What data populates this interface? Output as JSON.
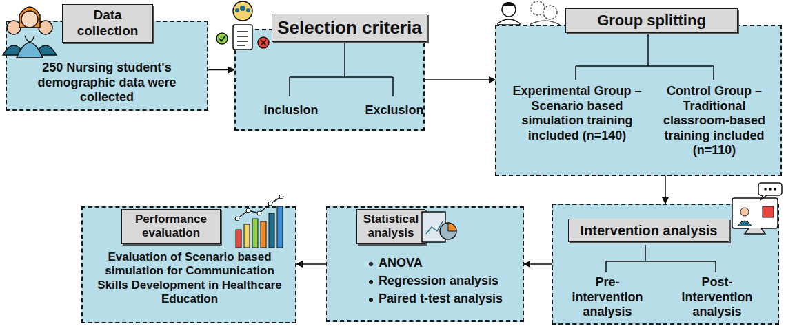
{
  "diagram": {
    "nodes": [
      {
        "text": [
          "250 Nursing student's demographic data were collected"
        ]
      },
      {
        "text": [
          "Data collection"
        ],
        "in": 0
      },
      {
        "text": [
          "Inclusion",
          "Exclusion"
        ]
      },
      {
        "text": [
          "Selection criteria"
        ],
        "in": 2
      },
      {
        "text": [
          "Experimental Group – Scenario based simulation training included (n=140)",
          "Control Group – Traditional classroom-based training included (n=110)"
        ]
      },
      {
        "text": [
          "Group splitting"
        ],
        "in": 4
      },
      {
        "text": [
          "Pre-intervention analysis",
          "Post-intervention analysis"
        ]
      },
      {
        "text": [
          "Intervention analysis"
        ],
        "in": 6
      },
      {
        "text": [
          "ANOVA",
          "Regression analysis",
          "Paired t-test analysis"
        ]
      },
      {
        "text": [
          "Statistical analysis"
        ],
        "in": 8
      },
      {
        "text": [
          "Evaluation of Scenario based simulation for Communication Skills Development in Healthcare Education"
        ]
      },
      {
        "text": [
          "Performance evaluation"
        ],
        "in": 10
      }
    ],
    "edges": [
      {
        "from": 0,
        "to": 2,
        "arrow": "to"
      },
      {
        "from": 2,
        "to": 4,
        "arrow": "to"
      },
      {
        "from": 4,
        "to": 6,
        "arrow": "to"
      },
      {
        "from": 6,
        "to": 8,
        "arrow": "to"
      },
      {
        "from": 8,
        "to": 10,
        "arrow": "to"
      }
    ]
  }
}
